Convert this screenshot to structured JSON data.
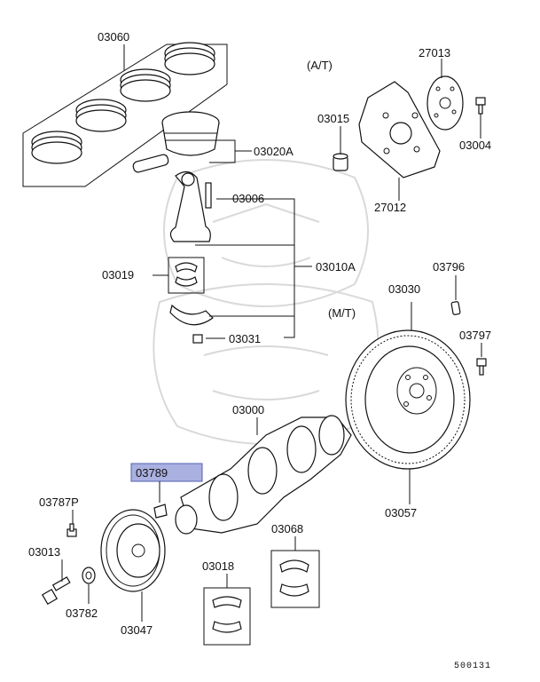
{
  "diagram": {
    "transmission_labels": {
      "at": "(A/T)",
      "mt": "(M/T)"
    },
    "parts": {
      "p03060": "03060",
      "p03020A": "03020A",
      "p03006": "03006",
      "p03019": "03019",
      "p03010A": "03010A",
      "p03031": "03031",
      "p03015": "03015",
      "p27013": "27013",
      "p03004": "03004",
      "p27012": "27012",
      "p03796": "03796",
      "p03030": "03030",
      "p03797": "03797",
      "p03000": "03000",
      "p03789": "03789",
      "p03787P": "03787P",
      "p03013": "03013",
      "p03782": "03782",
      "p03047": "03047",
      "p03018": "03018",
      "p03068": "03068",
      "p03057": "03057"
    },
    "figure_number": "500131",
    "highlighted_part": "03789",
    "highlight_color": "#aab0e0"
  }
}
